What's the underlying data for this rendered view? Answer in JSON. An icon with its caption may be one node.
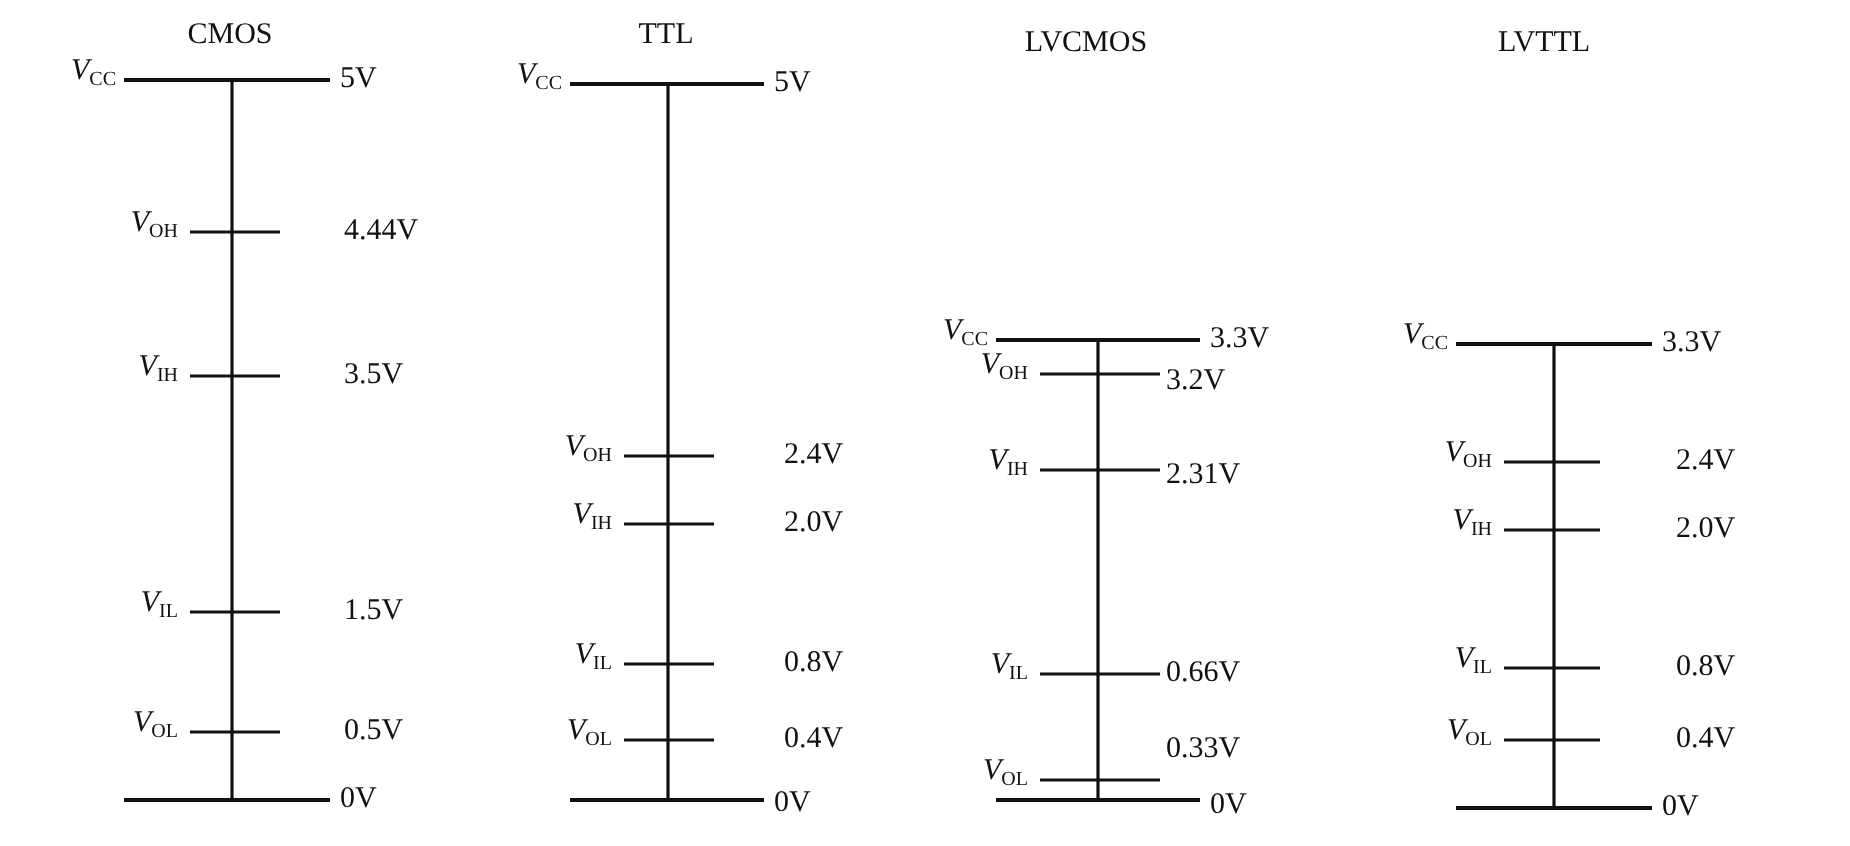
{
  "diagram": {
    "labels": [
      "CMOS",
      "*V*$_{CC}$",
      "5V",
      "*V*$_{OH}$",
      "4.44V",
      "*V*$_{IH}$",
      "3.5V",
      "*V*$_{IL}$",
      "1.5V",
      "*V*$_{OL}$",
      "0.5V",
      "0V",
      "TTL",
      "*V*$_{CC}$",
      "5V",
      "*V*$_{OH}$",
      "2.4V",
      "*V*$_{IH}$",
      "2.0V",
      "*V*$_{IL}$",
      "0.8V",
      "*V*$_{OL}$",
      "0.4V",
      "0V",
      "LVCMOS",
      "*V*$_{CC}$",
      "3.3V",
      "*V*$_{OH}$",
      "3.2V",
      "*V*$_{IH}$",
      "2.31V",
      "*V*$_{IL}$",
      "0.66V",
      "*V*$_{OL}$",
      "0.33V",
      "0V",
      "LVTTL",
      "*V*$_{CC}$",
      "3.3V",
      "*V*$_{OH}$",
      "2.4V",
      "*V*$_{IH}$",
      "2.0V",
      "*V*$_{IL}$",
      "0.8V",
      "*V*$_{OL}$",
      "0.4V",
      "0V"
    ]
  }
}
